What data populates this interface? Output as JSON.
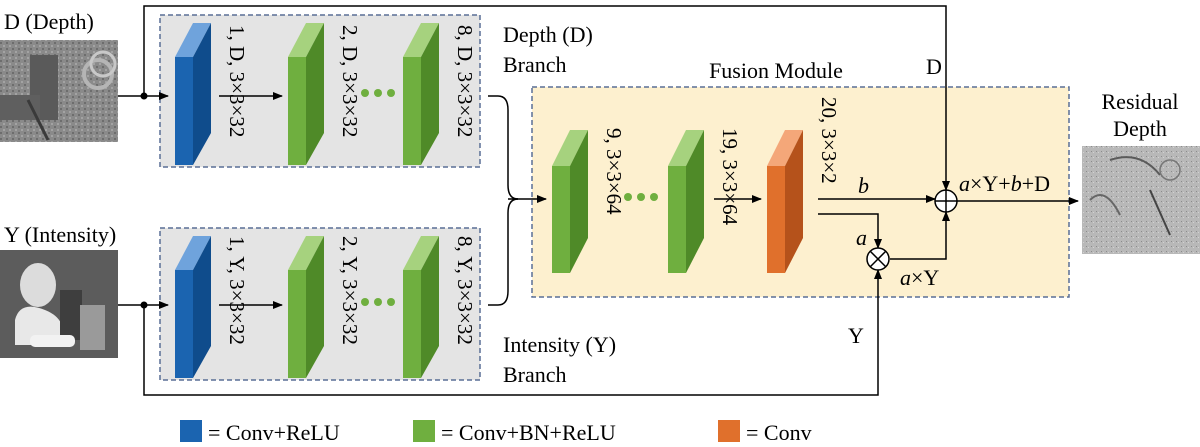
{
  "inputs": {
    "depth_label": "D (Depth)",
    "intensity_label": "Y (Intensity)"
  },
  "output": {
    "label_line1": "Residual",
    "label_line2": "Depth"
  },
  "branches": {
    "depth": {
      "label_line1": "Depth (D)",
      "label_line2": "Branch",
      "layers": [
        "1, D, 3×3×32",
        "2, D, 3×3×32",
        "8, D, 3×3×32"
      ]
    },
    "intensity": {
      "label_line1": "Intensity (Y)",
      "label_line2": "Branch",
      "layers": [
        "1, Y, 3×3×32",
        "2, Y, 3×3×32",
        "8, Y, 3×3×32"
      ]
    }
  },
  "fusion": {
    "title": "Fusion Module",
    "layers": [
      "9, 3×3×64",
      "19, 3×3×64",
      "20, 3×3×2"
    ]
  },
  "signals": {
    "D": "D",
    "Y": "Y",
    "a": "a",
    "b": "b",
    "aY": "a×Y",
    "aY_italic": "a",
    "aY_rest": "×Y",
    "sum_a": "a",
    "sum_times_Y_plus": "×Y+",
    "sum_b": "b",
    "sum_plus_D": "+D"
  },
  "legend": [
    {
      "label": "= Conv+ReLU",
      "color": "#1b64b0"
    },
    {
      "label": "= Conv+BN+ReLU",
      "color": "#6faf3f"
    },
    {
      "label": "= Conv",
      "color": "#e0702c"
    }
  ],
  "colors": {
    "blue": "#1b64b0",
    "green": "#6faf3f",
    "orange": "#e0702c",
    "branch_bg": "#e4e4e4",
    "fusion_bg": "#fdf0cf",
    "dash": "#5a6f95"
  }
}
